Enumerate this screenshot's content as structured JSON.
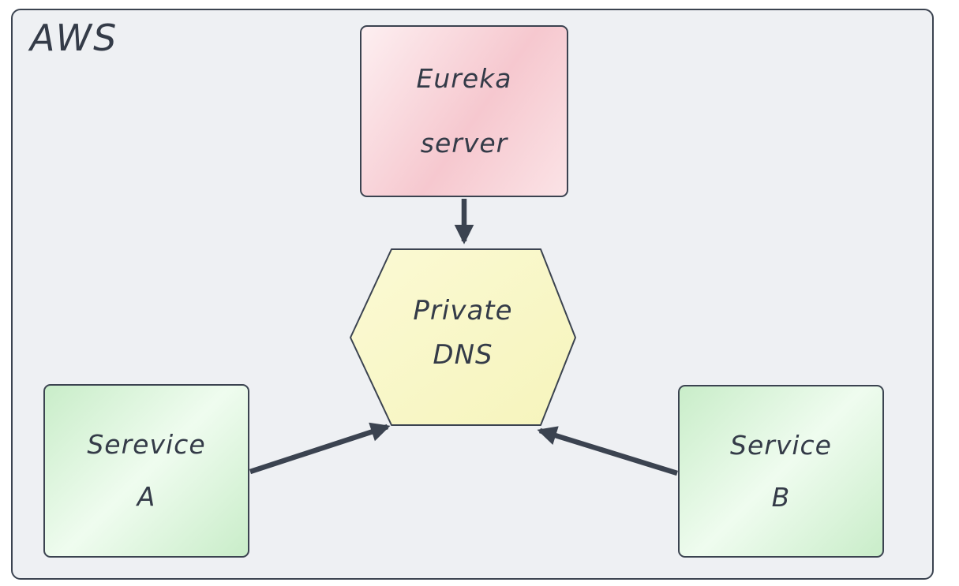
{
  "diagram": {
    "container_label": "AWS",
    "nodes": {
      "eureka": {
        "type": "rectangle",
        "line1": "Eureka",
        "line2": "server"
      },
      "private_dns": {
        "type": "hexagon",
        "line1": "Private",
        "line2": "DNS"
      },
      "service_a": {
        "type": "rectangle",
        "line1": "Serevice",
        "line2": "A"
      },
      "service_b": {
        "type": "rectangle",
        "line1": "Service",
        "line2": "B"
      }
    },
    "edges": [
      {
        "from": "eureka",
        "to": "private_dns",
        "direction": "down"
      },
      {
        "from": "service_a",
        "to": "private_dns",
        "direction": "up-right"
      },
      {
        "from": "service_b",
        "to": "private_dns",
        "direction": "up-left"
      }
    ],
    "colors": {
      "stroke": "#3b4350",
      "text": "#343b48",
      "canvas_fill": "#eef0f3",
      "page_bg": "#ffffff",
      "eureka_fill_light": "#fdeff1",
      "eureka_fill_mid": "#f6c8cf",
      "eureka_fill_end": "#fbe3e6",
      "dns_fill_light": "#fbfad4",
      "dns_fill_dark": "#f6f4bc",
      "service_fill_light": "#effcef",
      "service_fill_dark": "#c9edc9"
    }
  }
}
